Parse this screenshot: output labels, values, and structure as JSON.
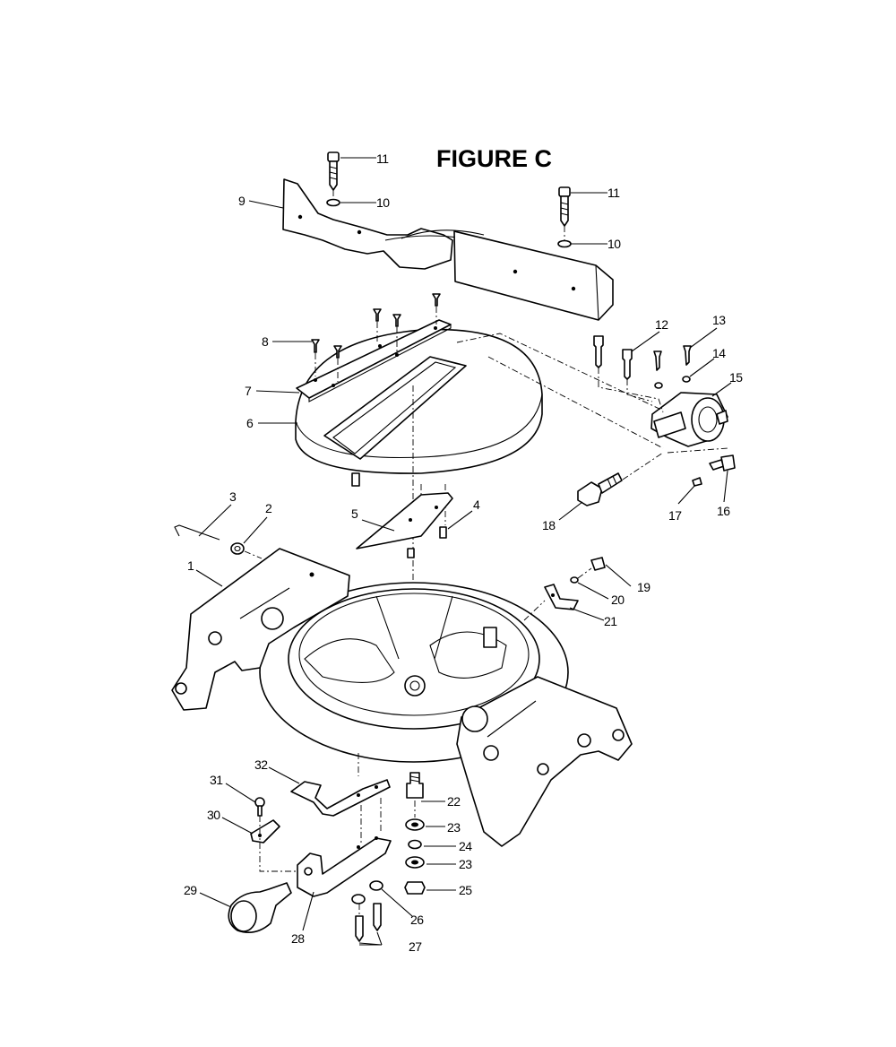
{
  "figure": {
    "title": "FIGURE C"
  },
  "callouts": [
    {
      "id": "c1",
      "label": "1"
    },
    {
      "id": "c2",
      "label": "2"
    },
    {
      "id": "c3",
      "label": "3"
    },
    {
      "id": "c4",
      "label": "4"
    },
    {
      "id": "c5",
      "label": "5"
    },
    {
      "id": "c6",
      "label": "6"
    },
    {
      "id": "c7",
      "label": "7"
    },
    {
      "id": "c8",
      "label": "8"
    },
    {
      "id": "c9",
      "label": "9"
    },
    {
      "id": "c10a",
      "label": "10"
    },
    {
      "id": "c10b",
      "label": "10"
    },
    {
      "id": "c11a",
      "label": "11"
    },
    {
      "id": "c11b",
      "label": "11"
    },
    {
      "id": "c12",
      "label": "12"
    },
    {
      "id": "c13",
      "label": "13"
    },
    {
      "id": "c14",
      "label": "14"
    },
    {
      "id": "c15",
      "label": "15"
    },
    {
      "id": "c16",
      "label": "16"
    },
    {
      "id": "c17",
      "label": "17"
    },
    {
      "id": "c18",
      "label": "18"
    },
    {
      "id": "c19",
      "label": "19"
    },
    {
      "id": "c20",
      "label": "20"
    },
    {
      "id": "c21",
      "label": "21"
    },
    {
      "id": "c22",
      "label": "22"
    },
    {
      "id": "c23a",
      "label": "23"
    },
    {
      "id": "c24",
      "label": "24"
    },
    {
      "id": "c23b",
      "label": "23"
    },
    {
      "id": "c25",
      "label": "25"
    },
    {
      "id": "c26",
      "label": "26"
    },
    {
      "id": "c27",
      "label": "27"
    },
    {
      "id": "c28",
      "label": "28"
    },
    {
      "id": "c29",
      "label": "29"
    },
    {
      "id": "c30",
      "label": "30"
    },
    {
      "id": "c31",
      "label": "31"
    },
    {
      "id": "c32",
      "label": "32"
    }
  ]
}
